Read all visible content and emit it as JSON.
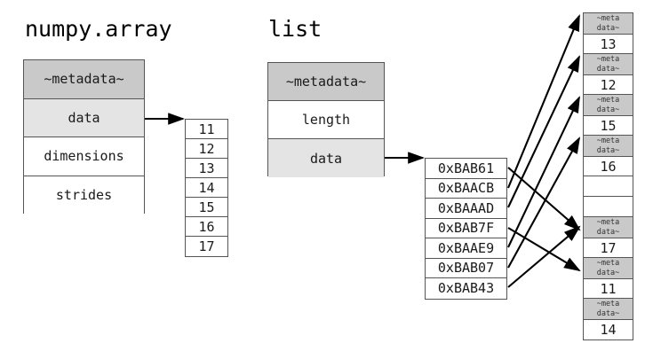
{
  "figure": {
    "caption_numpy": "numpy.array",
    "caption_list": "list"
  },
  "numpy_struct": {
    "title": "numpy.array",
    "fields": [
      {
        "label": "~metadata~",
        "style": "meta"
      },
      {
        "label": "data",
        "style": "light"
      },
      {
        "label": "dimensions",
        "style": "white"
      },
      {
        "label": "strides",
        "style": "white"
      }
    ]
  },
  "numpy_buffer": {
    "name": "contiguous-data-buffer",
    "values": [
      "11",
      "12",
      "13",
      "14",
      "15",
      "16",
      "17"
    ]
  },
  "list_struct": {
    "title": "list",
    "fields": [
      {
        "label": "~metadata~",
        "style": "meta"
      },
      {
        "label": "length",
        "style": "white"
      },
      {
        "label": "data",
        "style": "light"
      }
    ]
  },
  "list_pointers": {
    "name": "pointer-array",
    "values": [
      "0xBAB61",
      "0xBAACB",
      "0xBAAAD",
      "0xBAB7F",
      "0xBAAE9",
      "0xBAB07",
      "0xBAB43"
    ]
  },
  "heap_objects": [
    {
      "kind": "object",
      "meta_line1": "~meta",
      "meta_line2": "data~",
      "value": "13"
    },
    {
      "kind": "object",
      "meta_line1": "~meta",
      "meta_line2": "data~",
      "value": "12"
    },
    {
      "kind": "object",
      "meta_line1": "~meta",
      "meta_line2": "data~",
      "value": "15"
    },
    {
      "kind": "object",
      "meta_line1": "~meta",
      "meta_line2": "data~",
      "value": "16"
    },
    {
      "kind": "free",
      "meta_line1": "",
      "meta_line2": "",
      "value": ""
    },
    {
      "kind": "free",
      "meta_line1": "",
      "meta_line2": "",
      "value": ""
    },
    {
      "kind": "object",
      "meta_line1": "~meta",
      "meta_line2": "data~",
      "value": "17"
    },
    {
      "kind": "object",
      "meta_line1": "~meta",
      "meta_line2": "data~",
      "value": "11"
    },
    {
      "kind": "object",
      "meta_line1": "~meta",
      "meta_line2": "data~",
      "value": "14"
    }
  ],
  "colors": {
    "metadata_fill": "#c9c9c9",
    "data_fill": "#e4e4e4",
    "plain_fill": "#ffffff",
    "stroke": "#555555",
    "arrow": "#000000",
    "text": "#1a1a1a"
  },
  "arrows": {
    "numpy_data_to_buffer": {
      "from_label": "data",
      "to_label": "contiguous-data-buffer"
    },
    "list_data_to_pointers": {
      "from_label": "data",
      "to_label": "pointer-array"
    },
    "pointer_targets": [
      {
        "pointer": "0xBAB61",
        "target_value": "17"
      },
      {
        "pointer": "0xBAACB",
        "target_value": "13"
      },
      {
        "pointer": "0xBAAAD",
        "target_value": "12"
      },
      {
        "pointer": "0xBAB7F",
        "target_value": "11"
      },
      {
        "pointer": "0xBAAE9",
        "target_value": "15"
      },
      {
        "pointer": "0xBAB07",
        "target_value": "16"
      },
      {
        "pointer": "0xBAB43",
        "target_value": "17"
      }
    ]
  }
}
